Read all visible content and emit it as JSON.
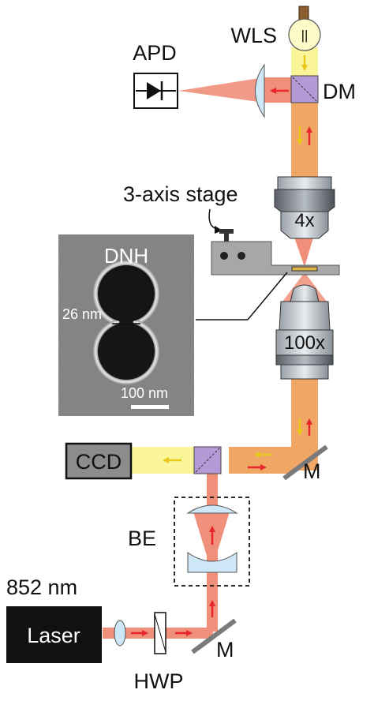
{
  "labels": {
    "wls": "WLS",
    "wls_bulb": "||",
    "apd": "APD",
    "dm": "DM",
    "stage": "3-axis stage",
    "obj_top": "4x",
    "obj_bottom": "100x",
    "ccd": "CCD",
    "mirror_right": "M",
    "mirror_bottom": "M",
    "be": "BE",
    "wavelength": "852 nm",
    "laser": "Laser",
    "hwp": "HWP"
  },
  "inset": {
    "title": "DNH",
    "gap_label": "26 nm",
    "scale_label": "100 nm"
  },
  "colors": {
    "laser_beam": "#f08f7a",
    "white_light": "#fbf59a",
    "overlap_beam": "#f0a766",
    "red_arrow": "#e8262a",
    "yellow_arrow": "#e8c81a",
    "splitter": "#b39ad6",
    "lens": "#cfe8f8",
    "sem_background": "#8a8a8a"
  }
}
